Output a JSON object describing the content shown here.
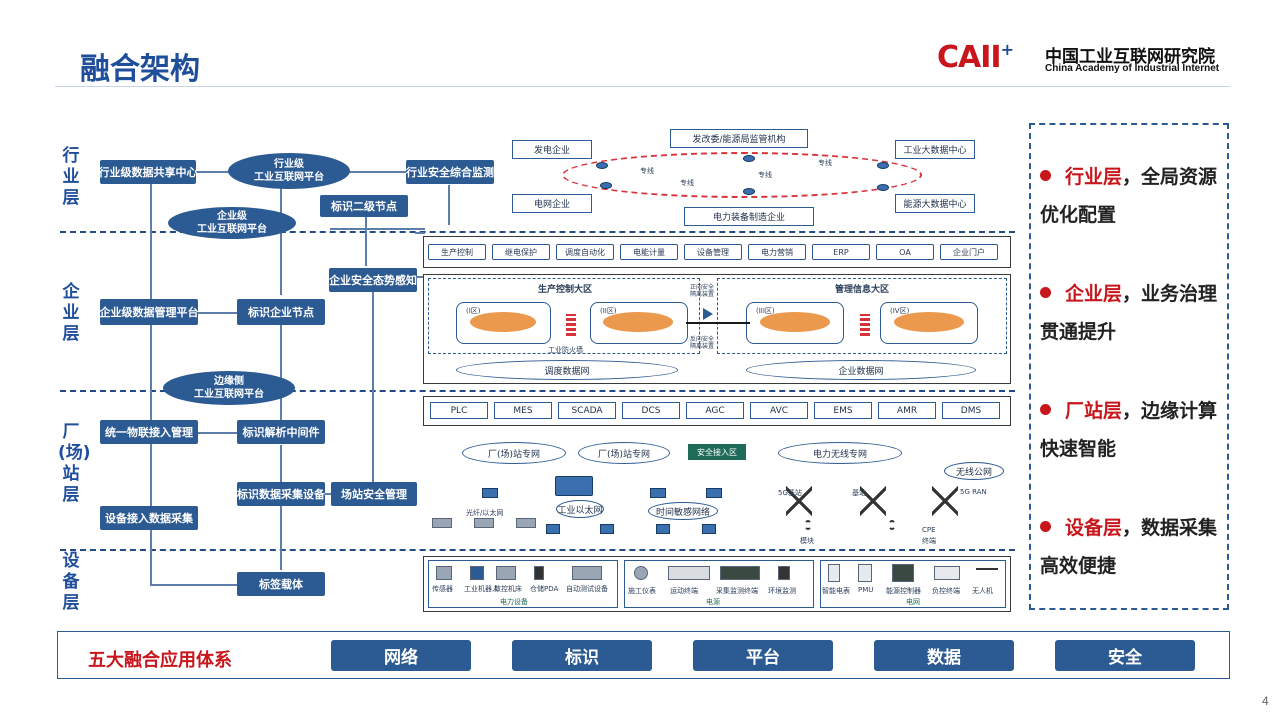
{
  "title": "融合架构",
  "logo": {
    "mark": "CAII",
    "plus": "+",
    "cn": "中国工业互联网研究院",
    "en": "China Academy of Industrial Internet"
  },
  "layers": {
    "industry": "行业层",
    "enterprise": "企业层",
    "factory": "厂(场)站层",
    "device": "设备层"
  },
  "left_nodes": {
    "industry_data_center": "行业级数据共享中心",
    "industry_platform_l1": "行业级",
    "industry_platform_l2": "工业互联网平台",
    "industry_safety": "行业安全综合监测",
    "id_secondary": "标识二级节点",
    "enterprise_platform_l1": "企业级",
    "enterprise_platform_l2": "工业互联网平台",
    "enterprise_safety": "企业安全态势感知",
    "enterprise_data_mgmt": "企业级数据管理平台",
    "id_enterprise_node": "标识企业节点",
    "edge_platform_l1": "边缘侧",
    "edge_platform_l2": "工业互联网平台",
    "iot_access": "统一物联接入管理",
    "id_middleware": "标识解析中间件",
    "id_data_collect": "标识数据采集设备",
    "station_safety": "场站安全管理",
    "device_data_collect": "设备接入数据采集",
    "id_carrier": "标签载体"
  },
  "industry_diagram": {
    "ndrc": "发改委/能源局监管机构",
    "power_gen": "发电企业",
    "grid": "电网企业",
    "equipment": "电力装备制造企业",
    "bigdata": "工业大数据中心",
    "energy_bigdata": "能源大数据中心",
    "link_labels": [
      "专线",
      "专线",
      "专线",
      "专线"
    ]
  },
  "enterprise_apps": [
    "生产控制",
    "继电保护",
    "调度自动化",
    "电能计量",
    "设备管理",
    "电力营销",
    "ERP",
    "OA",
    "企业门户"
  ],
  "enterprise_zones": {
    "production": "生产控制大区",
    "management": "管理信息大区",
    "zone1": "(I区)",
    "zone2": "(II区)",
    "zone3": "(III区)",
    "zone4": "(IV区)",
    "isolation_fwd": "正向安全隔离装置",
    "isolation_rev": "反向安全隔离装置",
    "firewall_label": "工业防火墙",
    "dispatch_net": "调度数据网",
    "enterprise_net": "企业数据网"
  },
  "factory_systems": [
    "PLC",
    "MES",
    "SCADA",
    "DCS",
    "AGC",
    "AVC",
    "EMS",
    "AMR",
    "DMS"
  ],
  "factory_network": {
    "station_net1": "厂(场)站专网",
    "station_net2": "厂(场)站专网",
    "secure_access": "安全接入区",
    "wireless_net": "电力无线专网",
    "fiber": "光纤/以太网",
    "industrial_eth": "工业以太网",
    "tsn": "时间敏感网络",
    "bs_5g": "5G基站",
    "bs": "基站",
    "public_net": "无线公网",
    "ran_5g": "5G RAN",
    "module": "模块",
    "cpe": "CPE",
    "terminal": "终端"
  },
  "device_groups": {
    "g1_items": [
      "传感器",
      "工业机器人",
      "数控机床",
      "仓储PDA",
      "自动测试设备"
    ],
    "g1_name": "电力设备",
    "g2_items": [
      "施工仪表",
      "运动终端",
      "采集监测终端",
      "环境监测"
    ],
    "g2_name": "电源",
    "g3_items": [
      "智能电表",
      "PMU",
      "能源控制器",
      "负控终端",
      "无人机"
    ],
    "g3_name": "电网"
  },
  "right_panel": [
    {
      "key": "行业层",
      "rest": "，全局资源优化配置"
    },
    {
      "key": "企业层",
      "rest": "，业务治理贯通提升"
    },
    {
      "key": "厂站层",
      "rest": "，边缘计算快速智能"
    },
    {
      "key": "设备层",
      "rest": "，数据采集高效便捷"
    }
  ],
  "bottom": {
    "title": "五大融合应用体系",
    "pills": [
      "网络",
      "标识",
      "平台",
      "数据",
      "安全"
    ]
  },
  "page_number": "4",
  "colors": {
    "brand_blue": "#2c5a92",
    "title_blue": "#1f4e9b",
    "accent_red": "#c8161d"
  }
}
